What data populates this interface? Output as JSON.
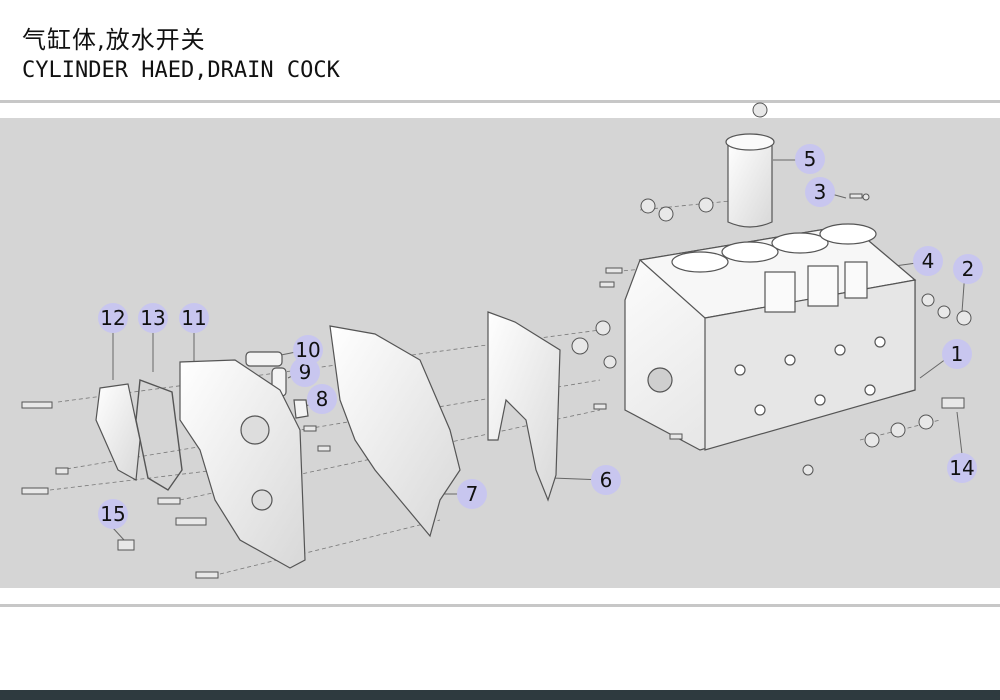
{
  "header": {
    "title_cn": "气缸体,放水开关",
    "title_en": "CYLINDER HAED,DRAIN COCK"
  },
  "callouts": [
    {
      "number": "1"
    },
    {
      "number": "2"
    },
    {
      "number": "3"
    },
    {
      "number": "4"
    },
    {
      "number": "5"
    },
    {
      "number": "6"
    },
    {
      "number": "7"
    },
    {
      "number": "8"
    },
    {
      "number": "9"
    },
    {
      "number": "10"
    },
    {
      "number": "11"
    },
    {
      "number": "12"
    },
    {
      "number": "13"
    },
    {
      "number": "14"
    },
    {
      "number": "15"
    }
  ],
  "colors": {
    "panel_bg": "#d5d5d5",
    "callout_fill": "#c8c6ef",
    "part_fill": "#f2f2f2",
    "part_stroke": "#555555"
  }
}
